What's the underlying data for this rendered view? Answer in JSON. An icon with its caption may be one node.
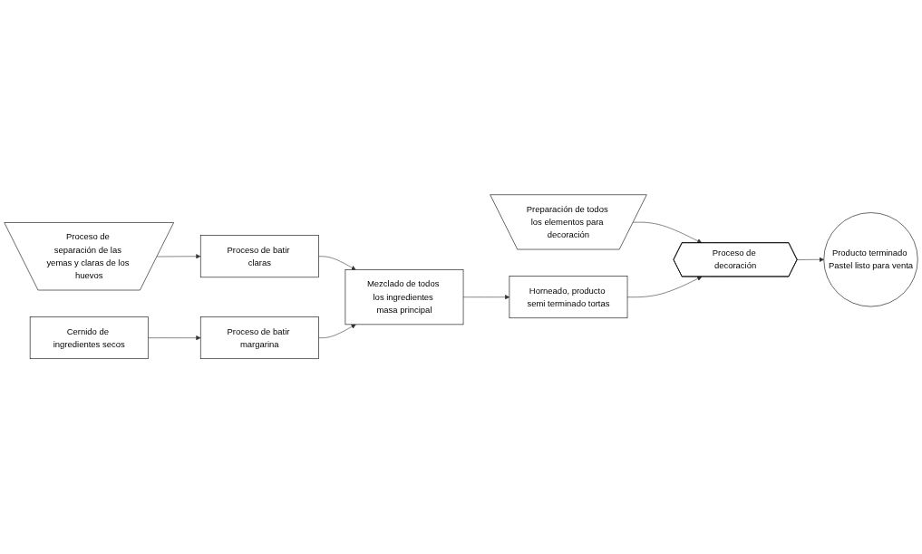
{
  "diagram": {
    "nodes": [
      {
        "text": [
          "Proceso de separación de las yemas y claras de los huevos"
        ]
      },
      {
        "text": [
          "Proceso de batir claras"
        ]
      },
      {
        "text": [
          "Preparación de todos los elementos para decoración"
        ]
      },
      {
        "text": [
          "Proceso de decoración"
        ]
      },
      {
        "text": [
          "Mezclado de todos los ingredientes masa principal"
        ]
      },
      {
        "text": [
          "Horneado, producto semi terminado tortas"
        ]
      },
      {
        "text": [
          "Producto terminado Pastel listo para venta"
        ]
      },
      {
        "text": [
          "Cernido de ingredientes secos"
        ]
      },
      {
        "text": [
          "Proceso de batir margarina"
        ]
      }
    ],
    "edges": [
      {
        "from": 0,
        "to": 1,
        "arrow": "to"
      },
      {
        "from": 1,
        "to": 4,
        "arrow": "to"
      },
      {
        "from": 2,
        "to": 3,
        "arrow": "to"
      },
      {
        "from": 4,
        "to": 5,
        "arrow": "to"
      },
      {
        "from": 5,
        "to": 3,
        "arrow": "to"
      },
      {
        "from": 3,
        "to": 6,
        "arrow": "to"
      },
      {
        "from": 7,
        "to": 8,
        "arrow": "to"
      },
      {
        "from": 8,
        "to": 4,
        "arrow": "to"
      }
    ]
  }
}
